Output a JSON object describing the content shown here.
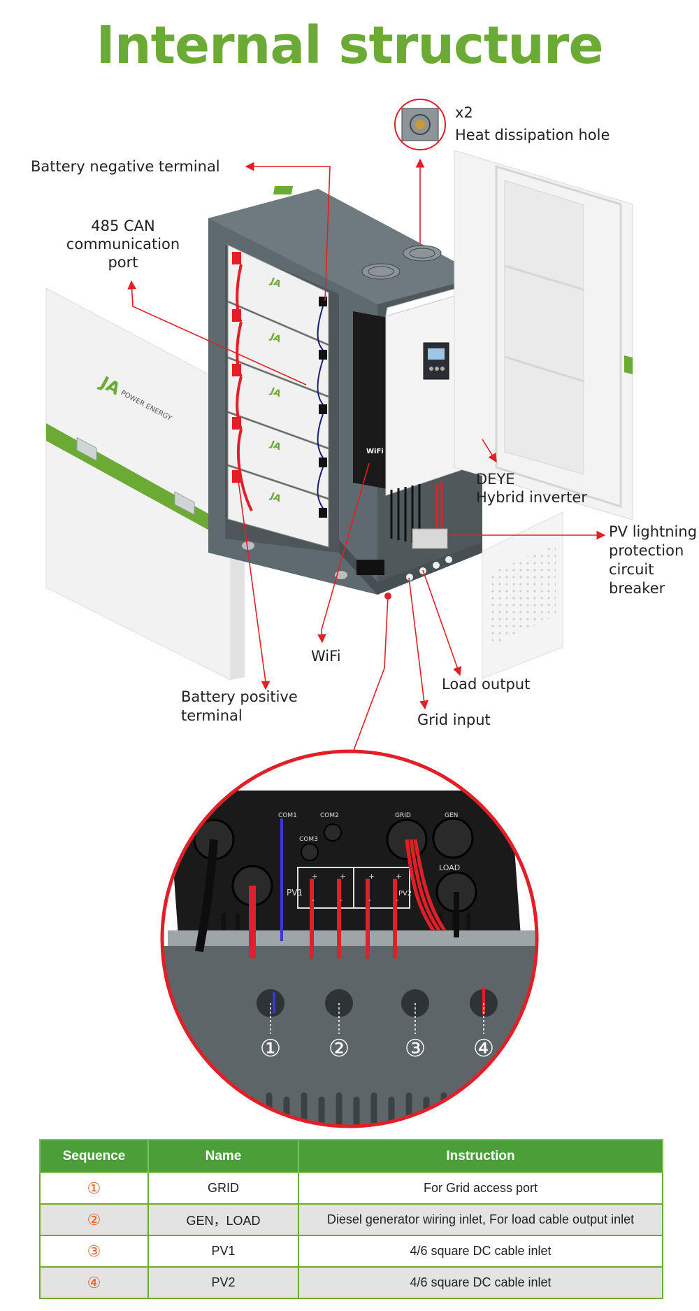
{
  "title": "Internal structure",
  "callouts": {
    "fan_count": "x2",
    "heat_hole": "Heat dissipation hole",
    "battery_negative": "Battery negative terminal",
    "can_port": [
      "485 CAN",
      "communication",
      "port"
    ],
    "inverter": [
      "DEYE",
      "Hybrid inverter"
    ],
    "pv_breaker": [
      "PV lightning",
      "protection",
      "circuit",
      "breaker"
    ],
    "wifi": "WiFi",
    "load_output": "Load output",
    "battery_positive": [
      "Battery positive",
      "terminal"
    ],
    "grid_input": "Grid input"
  },
  "brand": {
    "logo": "JA",
    "name": "POWER ENERGY"
  },
  "device": {
    "wifi_tag": "WiFi"
  },
  "zoom": {
    "port_labels": {
      "com1": "COM1",
      "com2": "COM2",
      "com3": "COM3",
      "grid": "GRID",
      "gen": "GEN",
      "load": "LOAD",
      "pv1": "PV1",
      "pv2": "PV2",
      "plus": "+",
      "minus": "-"
    },
    "markers": [
      "①",
      "②",
      "③",
      "④"
    ]
  },
  "table": {
    "headers": [
      "Sequence",
      "Name",
      "Instruction"
    ],
    "rows": [
      {
        "seq": "①",
        "name": "GRID",
        "instruction": "For Grid access port"
      },
      {
        "seq": "②",
        "name": "GEN，LOAD",
        "instruction": "Diesel generator wiring inlet, For load cable output inlet"
      },
      {
        "seq": "③",
        "name": "PV1",
        "instruction": "4/6 square DC cable inlet"
      },
      {
        "seq": "④",
        "name": "PV2",
        "instruction": "4/6 square DC cable inlet"
      }
    ]
  },
  "colors": {
    "accent_green": "#6aaa35",
    "table_header": "#4c9f38",
    "callout_red": "#e21f26",
    "cabinet_gray": "#5f6a6e",
    "sequence_orange": "#e0632a"
  }
}
